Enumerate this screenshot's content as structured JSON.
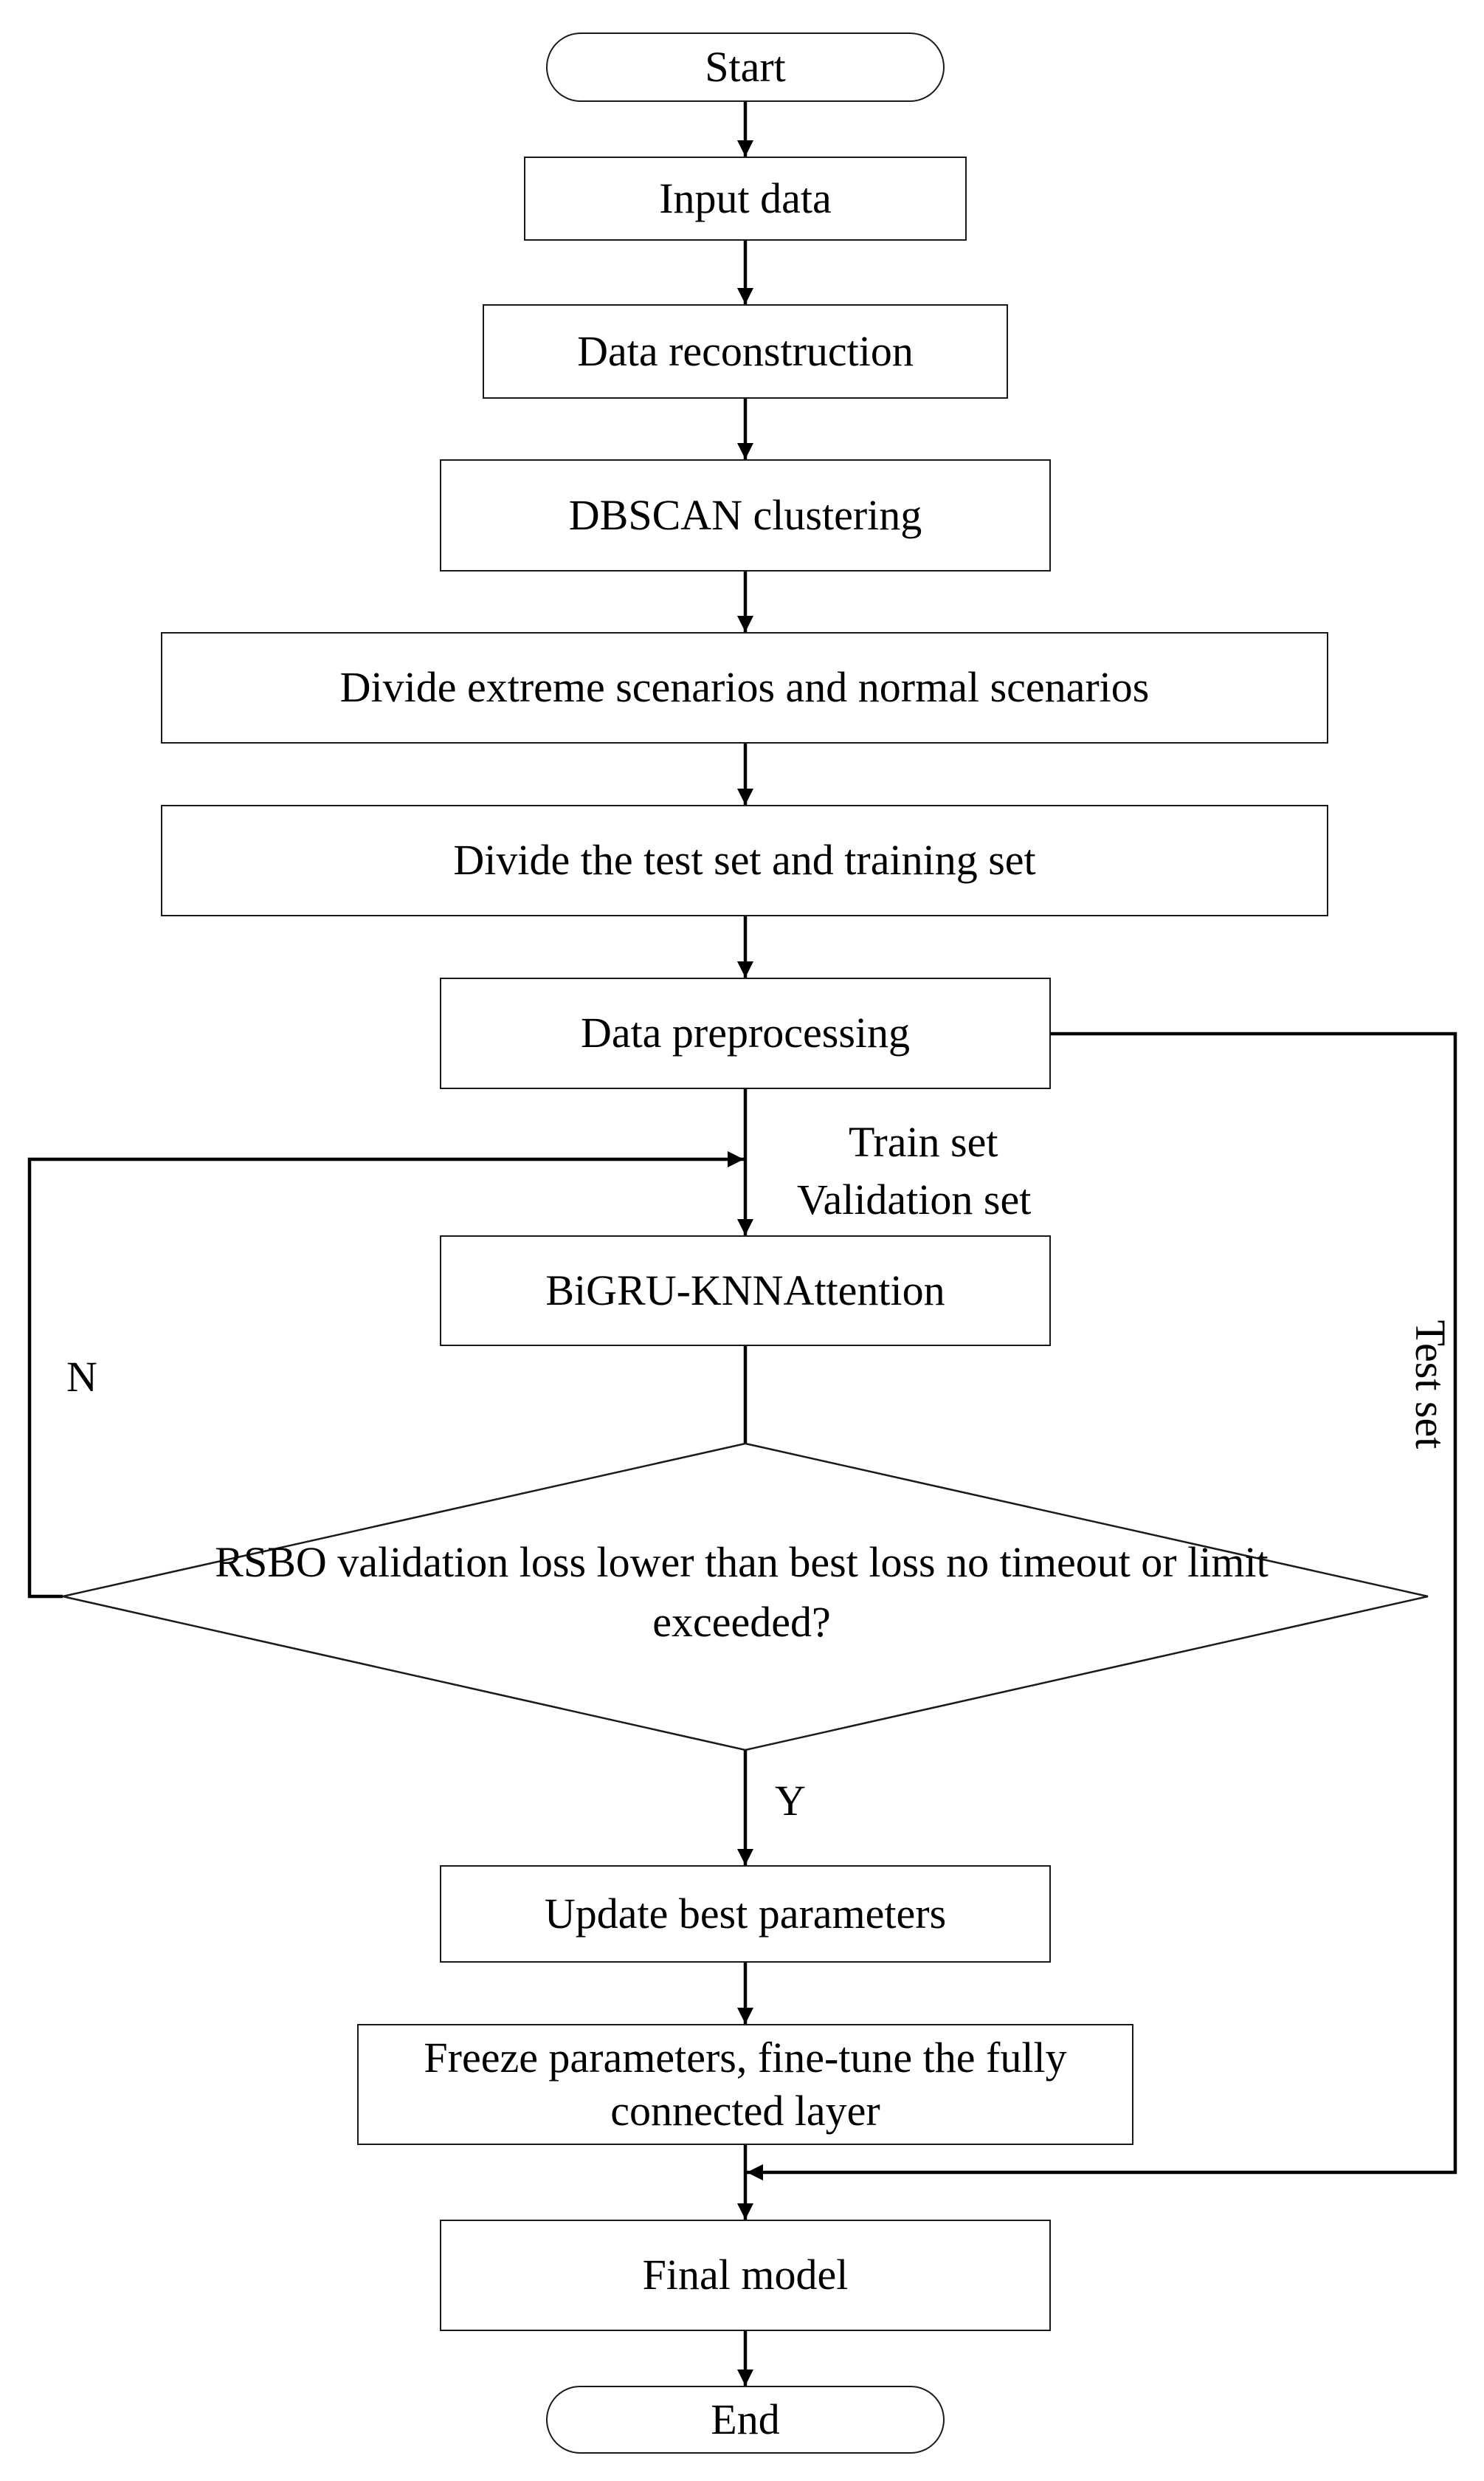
{
  "nodes": {
    "start": "Start",
    "input": "Input data",
    "reconstruction": "Data reconstruction",
    "dbscan": "DBSCAN clustering",
    "divide_scenarios": "Divide extreme scenarios and normal scenarios",
    "divide_sets": "Divide the test set and training set",
    "preprocessing": "Data preprocessing",
    "model": "BiGRU-KNNAttention",
    "decision": "RSBO validation loss lower than best loss no timeout or limit exceeded?",
    "update": "Update best parameters",
    "freeze": "Freeze parameters, fine-tune the fully connected layer",
    "final": "Final model",
    "end": "End"
  },
  "edge_labels": {
    "train_set": "Train set",
    "validation_set": "Validation set",
    "test_set": "Test set",
    "no": "N",
    "yes": "Y"
  }
}
